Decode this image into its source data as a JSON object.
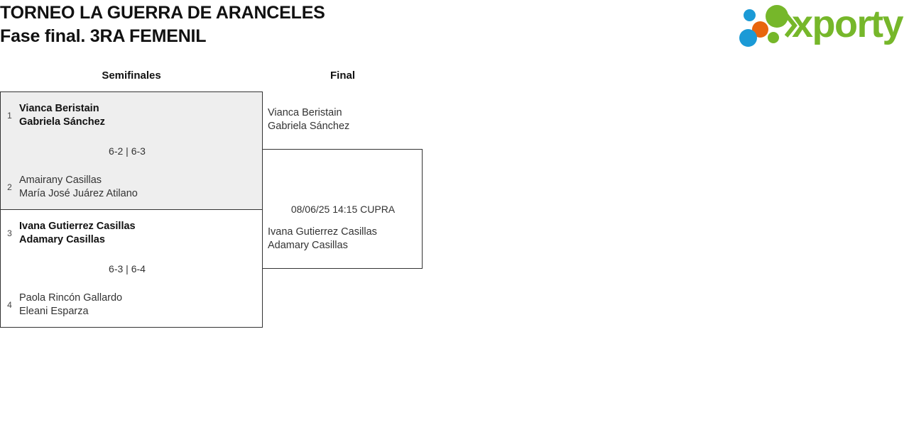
{
  "header": {
    "title_line1": "TORNEO LA GUERRA DE ARANCELES",
    "title_line2": "Fase final. 3RA FEMENIL",
    "logo": {
      "text": "xporty",
      "colors": {
        "green": "#76b72a",
        "blue": "#1b9ad6",
        "orange": "#e8650d"
      },
      "dots": [
        {
          "name": "blue-small-dot",
          "color": "#1b9ad6"
        },
        {
          "name": "orange-dot",
          "color": "#e8650d"
        },
        {
          "name": "green-large-dot",
          "color": "#76b72a"
        },
        {
          "name": "blue-large-dot",
          "color": "#1b9ad6"
        },
        {
          "name": "green-small-dot",
          "color": "#76b72a"
        }
      ]
    }
  },
  "bracket": {
    "rounds": [
      {
        "label": "Semifinales"
      },
      {
        "label": "Final"
      }
    ],
    "semifinals": [
      {
        "highlighted": true,
        "top": {
          "seed": "1",
          "player1": "Vianca Beristain",
          "player2": "Gabriela Sánchez",
          "winner": true
        },
        "bottom": {
          "seed": "2",
          "player1": "Amairany Casillas",
          "player2": "María José Juárez Atilano",
          "winner": false
        },
        "score": "6-2 | 6-3"
      },
      {
        "highlighted": false,
        "top": {
          "seed": "3",
          "player1": "Ivana Gutierrez Casillas",
          "player2": "Adamary Casillas",
          "winner": true
        },
        "bottom": {
          "seed": "4",
          "player1": "Paola Rincón Gallardo",
          "player2": "Eleani Esparza",
          "winner": false
        },
        "score": "6-3 | 6-4"
      }
    ],
    "final": {
      "meta": "08/06/25 14:15 CUPRA",
      "top": {
        "player1": "Vianca Beristain",
        "player2": "Gabriela Sánchez"
      },
      "bottom": {
        "player1": "Ivana Gutierrez Casillas",
        "player2": "Adamary Casillas"
      }
    }
  }
}
